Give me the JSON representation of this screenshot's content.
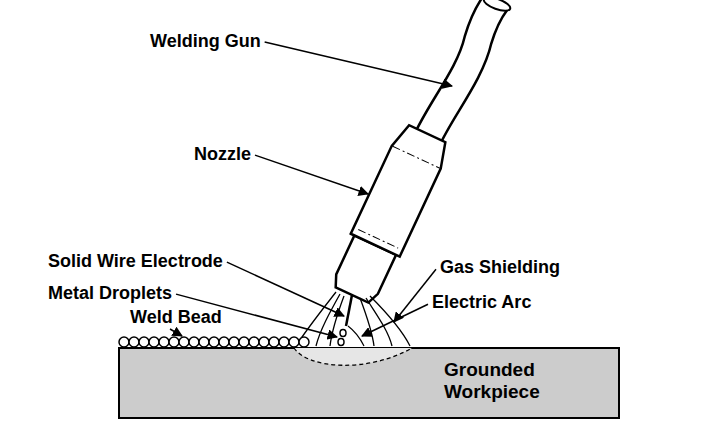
{
  "diagram": {
    "nodes": [
      {
        "text": [
          "Grounded Workpiece"
        ]
      }
    ],
    "labels": [
      "Welding Gun",
      "Nozzle",
      "Solid Wire Electrode",
      "Gas Shielding",
      "Metal Droplets",
      "Electric Arc",
      "Weld Bead"
    ]
  }
}
